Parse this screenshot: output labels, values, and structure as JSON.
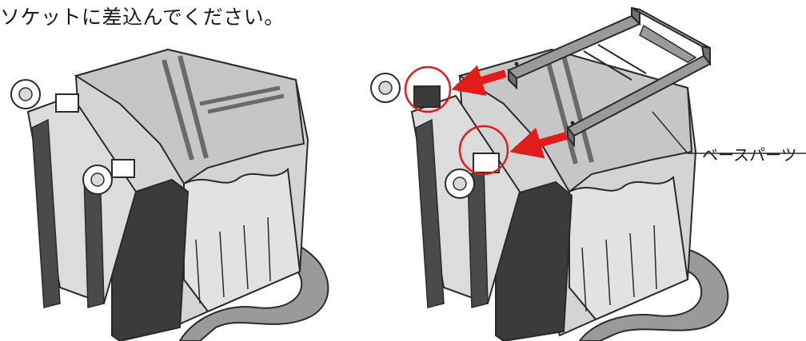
{
  "instruction_text": "ソケットに差込んでください。",
  "callout": {
    "label": "ベースパーツ"
  },
  "colors": {
    "outline": "#2a2a2a",
    "bag_light": "#cfcfcf",
    "bag_mid": "#a9a9a9",
    "bag_dark": "#4a4a4a",
    "panel_black": "#3b3b3b",
    "highlight_red": "#e21b1b",
    "frame_grey": "#8e8e8e"
  },
  "figures": [
    {
      "name": "bag-before"
    },
    {
      "name": "bag-with-base-part"
    }
  ]
}
